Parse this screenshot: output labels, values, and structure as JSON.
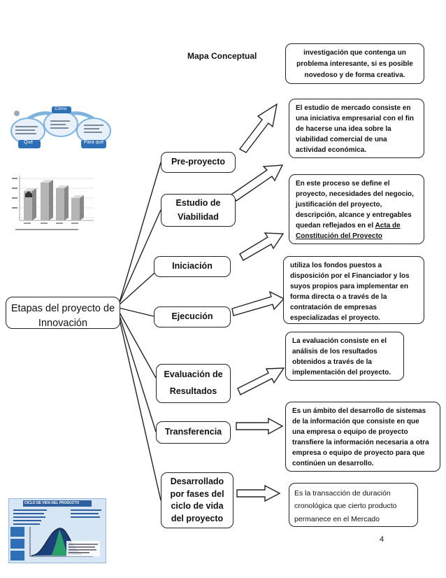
{
  "map_title": "Mapa Conceptual",
  "root": "Etapas del proyecto de Innovación",
  "page_number": "4",
  "phases": [
    "Pre-proyecto",
    "Estudio de Viabilidad",
    "Iniciación",
    "Ejecución",
    "Evaluación de Resultados",
    "Transferencia",
    "Desarrollado por fases del ciclo de vida del proyecto"
  ],
  "descriptions": {
    "d1": "investigación que contenga un problema interesante, si es posible novedoso y de forma creativa.",
    "d2": "El estudio de mercado consiste en una iniciativa empresarial con el fin de hacerse una idea sobre la viabilidad comercial de una actividad económica.",
    "d3_text": "En este proceso se define el proyecto, necesidades del negocio, justificación del proyecto, descripción, alcance y entregables quedan reflejados en el",
    "d3_link": "Acta de Constitución del Proyecto",
    "d4": "utiliza los fondos puestos a disposición por el Financiador y los suyos propios para implementar en forma directa o a través de la contratación de empresas especializadas el proyecto.",
    "d5": "La evaluación consiste en el análisis de los resultados obtenidos a través de la implementación del proyecto.",
    "d6": "Es un ámbito del desarrollo de sistemas de la información que consiste en que una empresa o equipo de proyecto transfiere la información necesaria a otra empresa o equipo de proyecto para que continúen un desarrollo.",
    "d7": "Es la transacción de duración cronológica que cierto producto permanece en el Mercado"
  },
  "thumb1": {
    "center": "Cómo",
    "left": "Qué",
    "right": "Para qué"
  },
  "thumb3": {
    "title": "CICLO DE VIDA DEL PRODUCTO"
  },
  "colors": {
    "border": "#222222",
    "thumb_blue": "#2f6fb5",
    "thumb_bg": "#dbe9f7",
    "bar_gray": "#9a9a9a"
  }
}
